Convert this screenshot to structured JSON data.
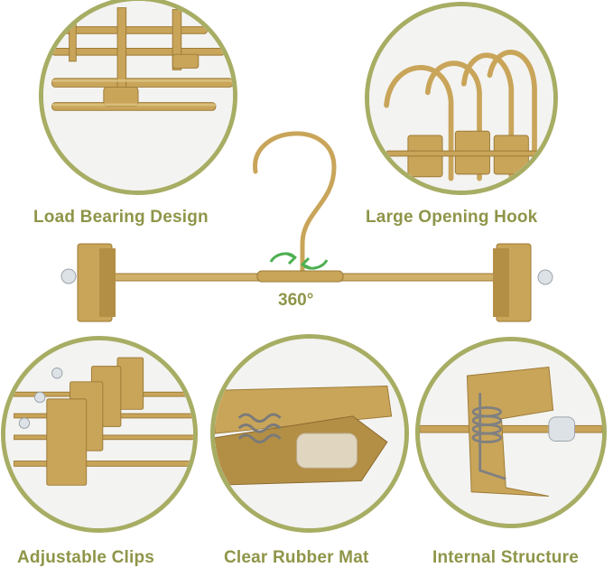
{
  "features": {
    "load_bearing": "Load Bearing Design",
    "large_hook": "Large Opening Hook",
    "adjustable_clips": "Adjustable Clips",
    "rubber_mat": "Clear Rubber Mat",
    "internal_structure": "Internal Structure"
  },
  "rotation_label": "360°",
  "colors": {
    "ring": "#a7ad63",
    "label": "#8f9548",
    "gold": "#c9a55a",
    "gold_dark": "#9c7a35",
    "arrow": "#4caf50"
  },
  "icons": [
    "rotate-arrows-icon"
  ]
}
